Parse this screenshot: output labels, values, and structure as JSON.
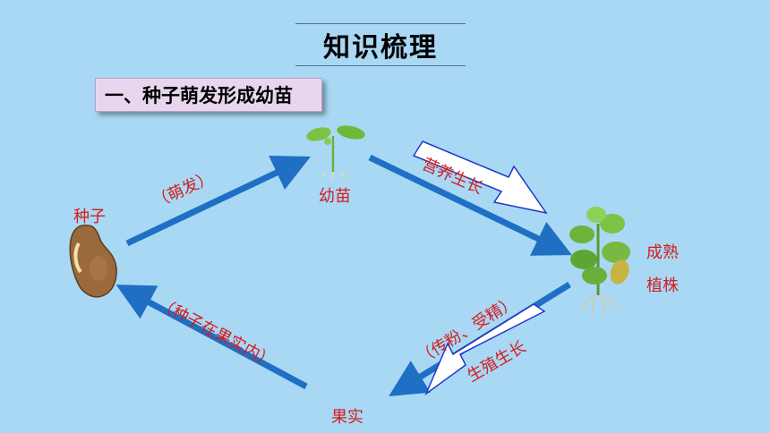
{
  "title": "知识梳理",
  "section": "一、种子萌发形成幼苗",
  "nodes": {
    "seed": "种子",
    "seedling": "幼苗",
    "mature_plant_line1": "成熟",
    "mature_plant_line2": "植株",
    "fruit": "果实"
  },
  "arrows": {
    "germination": "（萌发）",
    "pollination": "（传粉、受精）",
    "seed_in_fruit": "（种子在果实内）"
  },
  "callouts": {
    "vegetative_growth": "营养生长",
    "reproductive_growth": "生殖生长"
  },
  "colors": {
    "background": "#a9d8f5",
    "arrow": "#1f6fc4",
    "label_text": "#d41d1d",
    "callout_border": "#2237c8"
  }
}
